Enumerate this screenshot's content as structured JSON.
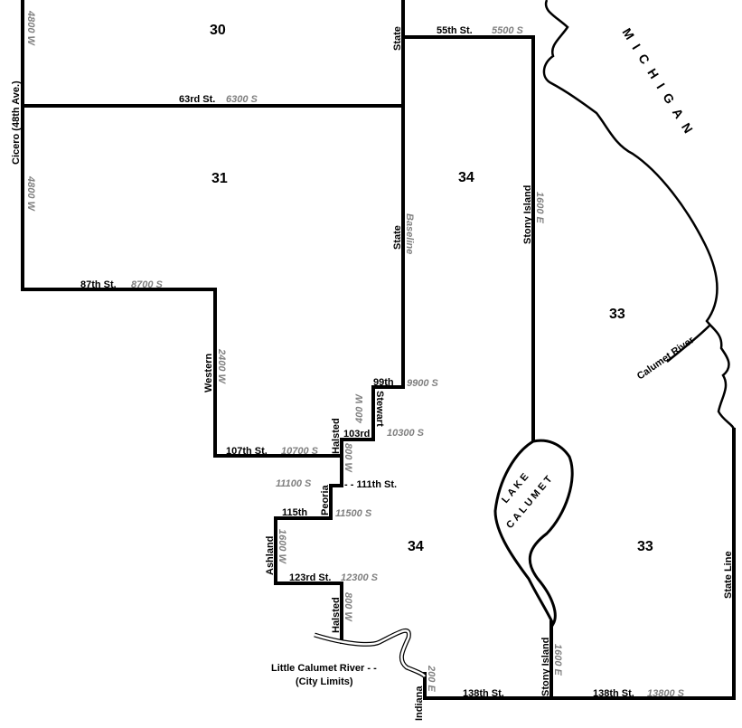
{
  "districts": {
    "d30": "30",
    "d31": "31",
    "d34a": "34",
    "d34b": "34",
    "d33a": "33",
    "d33b": "33"
  },
  "streets": {
    "cicero": "Cicero (48th Ave.)",
    "cicero_num": "4800 W",
    "state": "State",
    "baseline": "Baseline",
    "st55": "55th St.",
    "st55_num": "5500 S",
    "st63": "63rd St.",
    "st63_num": "6300 S",
    "st87": "87th St.",
    "st87_num": "8700 S",
    "western": "Western",
    "western_num": "2400 W",
    "st99": "99th",
    "st99_num": "9900 S",
    "stewart": "Stewart",
    "stewart_num": "400 W",
    "st103": "103rd",
    "st103_num": "10300 S",
    "halsted": "Halsted",
    "halsted_num": "800 W",
    "st107": "107th St.",
    "st107_num": "10700 S",
    "st111": "- -  111th St.",
    "st111_num": "11100 S",
    "peoria": "Peoria",
    "st115": "115th",
    "st115_num": "11500 S",
    "ashland": "Ashland",
    "ashland_num": "1600 W",
    "st123": "123rd St.",
    "st123_num": "12300  S",
    "indiana": "Indiana",
    "indiana_num": "200 E",
    "stony": "Stony Island",
    "stony_num": "1600 E",
    "st138": "138th St.",
    "st138_num": "13800 S",
    "stateline": "State Line"
  },
  "water": {
    "michigan": "MICHIGAN",
    "calumet_river": "Calumet River",
    "lake_calumet_1": "LAKE",
    "lake_calumet_2": "CALUMET",
    "little_calumet": "Little Calumet River - -",
    "city_limits": "(City Limits)"
  }
}
